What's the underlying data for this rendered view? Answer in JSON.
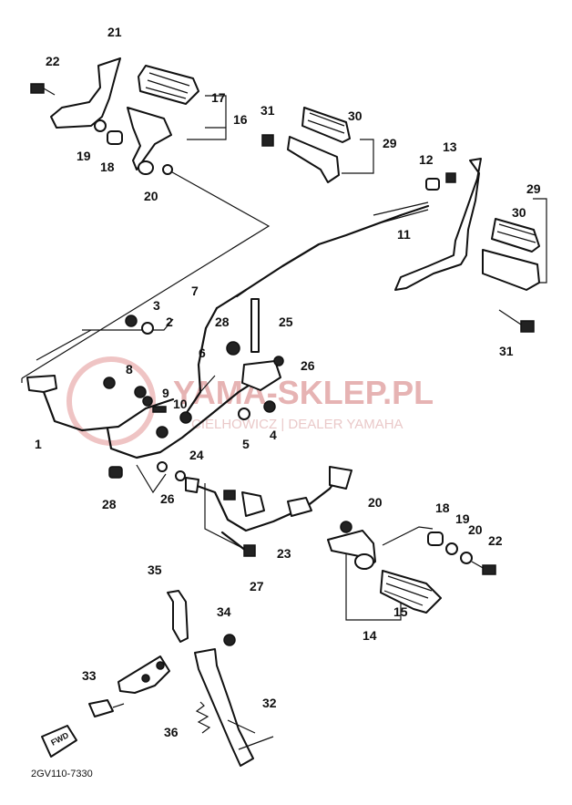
{
  "diagram": {
    "code": "2GV110-7330",
    "fwd_label": "FWD",
    "watermark": {
      "title": "YAMA-SKLEP.PL",
      "subtitle": "CIELHOWICZ | DEALER YAMAHA"
    },
    "callouts": [
      "1",
      "2",
      "3",
      "4",
      "5",
      "6",
      "7",
      "8",
      "9",
      "10",
      "11",
      "12",
      "13",
      "14",
      "15",
      "16",
      "17",
      "18",
      "19",
      "20",
      "21",
      "22",
      "23",
      "24",
      "25",
      "26",
      "27",
      "28",
      "29",
      "30",
      "31",
      "32",
      "33",
      "34",
      "35",
      "36"
    ]
  }
}
